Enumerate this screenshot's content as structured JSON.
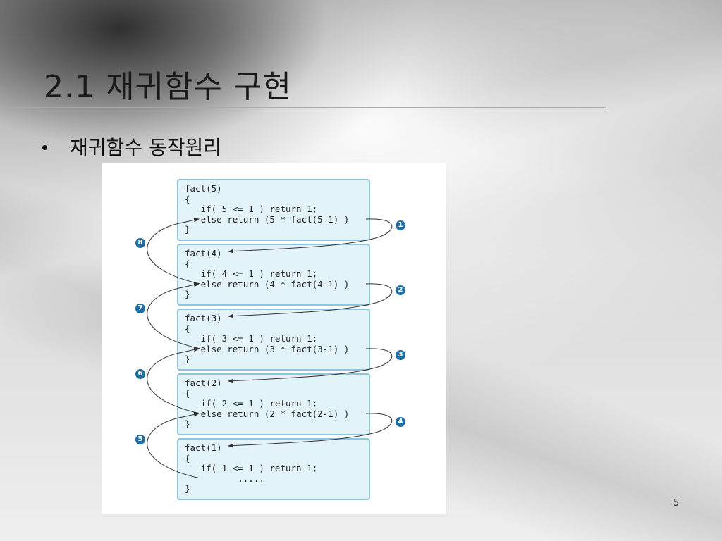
{
  "slide": {
    "title": "2.1 재귀함수 구현",
    "bullet": "재귀함수 동작원리",
    "page_number": "5"
  },
  "figure": {
    "frames": [
      {
        "lines": [
          "fact(5)",
          "{",
          "   if( 5 <= 1 ) return 1;",
          "   else return (5 * fact(5-1) )",
          "}"
        ]
      },
      {
        "lines": [
          "fact(4)",
          "{",
          "   if( 4 <= 1 ) return 1;",
          "   else return (4 * fact(4-1) )",
          "}"
        ]
      },
      {
        "lines": [
          "fact(3)",
          "{",
          "   if( 3 <= 1 ) return 1;",
          "   else return (3 * fact(3-1) )",
          "}"
        ]
      },
      {
        "lines": [
          "fact(2)",
          "{",
          "   if( 2 <= 1 ) return 1;",
          "   else return (2 * fact(2-1) )",
          "}"
        ]
      },
      {
        "lines": [
          "fact(1)",
          "{",
          "   if( 1 <= 1 ) return 1;",
          "          .....",
          "}"
        ]
      }
    ],
    "call_steps": [
      "1",
      "2",
      "3",
      "4"
    ],
    "return_steps": [
      "8",
      "7",
      "6",
      "5"
    ],
    "colors": {
      "frame_border": "#8cc7df",
      "frame_fill": "#e3f3fa",
      "badge": "#1e6fa8",
      "arrow": "#333333"
    }
  }
}
